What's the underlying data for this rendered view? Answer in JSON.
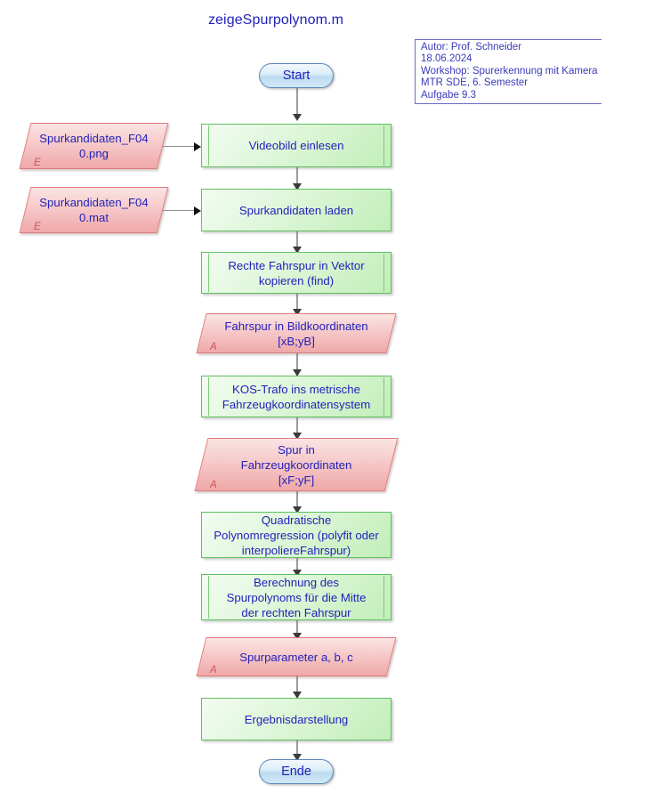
{
  "title": "zeigeSpurpolynom.m",
  "annotation": {
    "lines": [
      "Autor: Prof. Schneider",
      "18.06.2024",
      "Workshop: Spurerkennung mit Kamera",
      "MTR SDE, 6. Semester",
      "Aufgabe 9.3"
    ]
  },
  "colors": {
    "title_blue": "#2222bb",
    "process_green_border": "#5fbf5f",
    "data_pink_border": "#e07a7a",
    "terminator_blue_border": "#5b86b5",
    "connector_gray": "#9a9a9a",
    "marker_red": "#cc5555"
  },
  "nodes": {
    "start": {
      "label": "Start",
      "type": "terminator"
    },
    "end": {
      "label": "Ende",
      "type": "terminator"
    },
    "input_png": {
      "label_line1": "Spurkandidaten_F04",
      "label_line2": "0.png",
      "marker": "E",
      "type": "data"
    },
    "input_mat": {
      "label_line1": "Spurkandidaten_F04",
      "label_line2": "0.mat",
      "marker": "E",
      "type": "data"
    },
    "p_videobild": {
      "label": "Videobild einlesen",
      "type": "process"
    },
    "p_spurkandidaten": {
      "label": "Spurkandidaten laden",
      "type": "process"
    },
    "p_rechte_fahrspur": {
      "label_line1": "Rechte Fahrspur in Vektor",
      "label_line2": "kopieren (find)",
      "type": "process"
    },
    "out_bildkoord": {
      "label_line1": "Fahrspur in Bildkoordinaten",
      "label_line2": "[xB;yB]",
      "marker": "A",
      "type": "data"
    },
    "p_kos_trafo": {
      "label_line1": "KOS-Trafo ins metrische",
      "label_line2": "Fahrzeugkoordinatensystem",
      "type": "process"
    },
    "out_fahrzeugkoord": {
      "label_line1": "Spur in",
      "label_line2": "Fahrzeugkoordinaten",
      "label_line3": "[xF;yF]",
      "marker": "A",
      "type": "data"
    },
    "p_polynomregression": {
      "label_line1": "Quadratische",
      "label_line2": "Polynomregression (polyfit oder",
      "label_line3": "interpoliereFahrspur)",
      "type": "process"
    },
    "p_berechnung": {
      "label_line1": "Berechnung des",
      "label_line2": "Spurpolynoms für die Mitte",
      "label_line3": "der rechten Fahrspur",
      "type": "process"
    },
    "out_spurparameter": {
      "label": "Spurparameter a, b, c",
      "marker": "A",
      "type": "data"
    },
    "p_ergebnis": {
      "label": "Ergebnisdarstellung",
      "type": "process"
    }
  }
}
